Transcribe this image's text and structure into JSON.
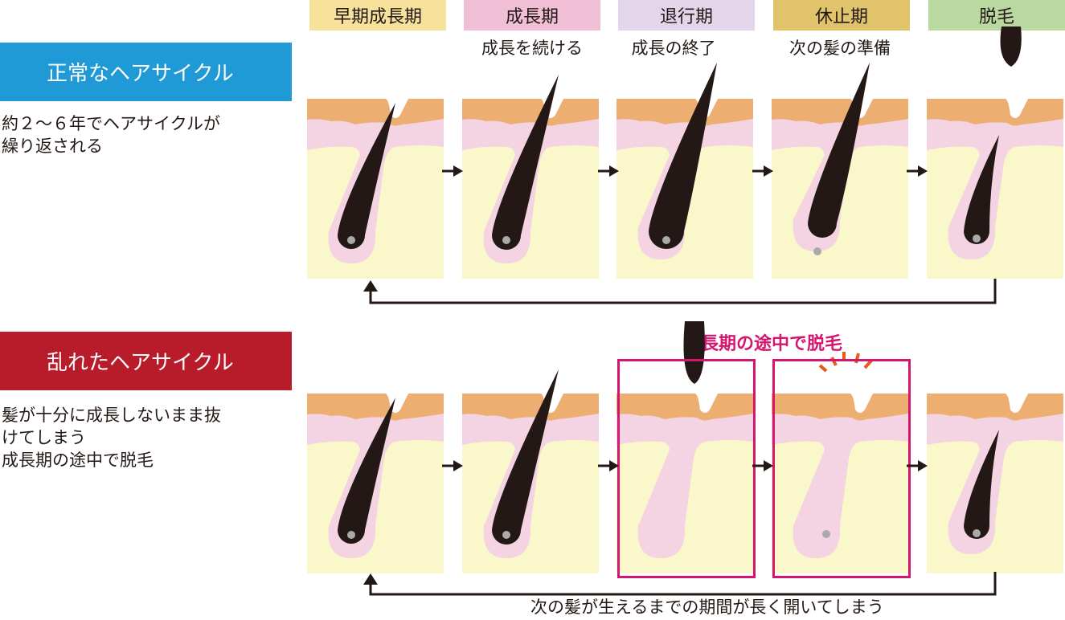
{
  "phases": [
    {
      "label": "早期成長期",
      "color": "#f8e19b"
    },
    {
      "label": "成長期",
      "color": "#f1bfd5",
      "sub": "成長を続ける"
    },
    {
      "label": "退行期",
      "color": "#e3d6ea",
      "sub": "成長の終了"
    },
    {
      "label": "休止期",
      "color": "#e0c36a",
      "sub": "次の髪の準備"
    },
    {
      "label": "脱毛",
      "color": "#b9d9a1"
    }
  ],
  "normal": {
    "title": "正常なヘアサイクル",
    "color": "#1f9ad6",
    "desc": [
      "約２～６年でヘアサイクルが",
      "繰り返される"
    ]
  },
  "disrupted": {
    "title": "乱れたヘアサイクル",
    "color": "#b81c2a",
    "desc": [
      "髪が十分に成長しないまま抜",
      "けてしまう",
      "成長期の途中で脱毛"
    ],
    "highlight": "成長期の途中で脱毛",
    "highlight_color": "#d4166f",
    "caption": "次の髪が生えるまでの期間が長く開いてしまう"
  },
  "colors": {
    "epidermis": "#edae72",
    "dermis": "#f4d4e2",
    "fat": "#faf7cb",
    "hair": "#231815",
    "papilla": "#aaaaaa"
  }
}
